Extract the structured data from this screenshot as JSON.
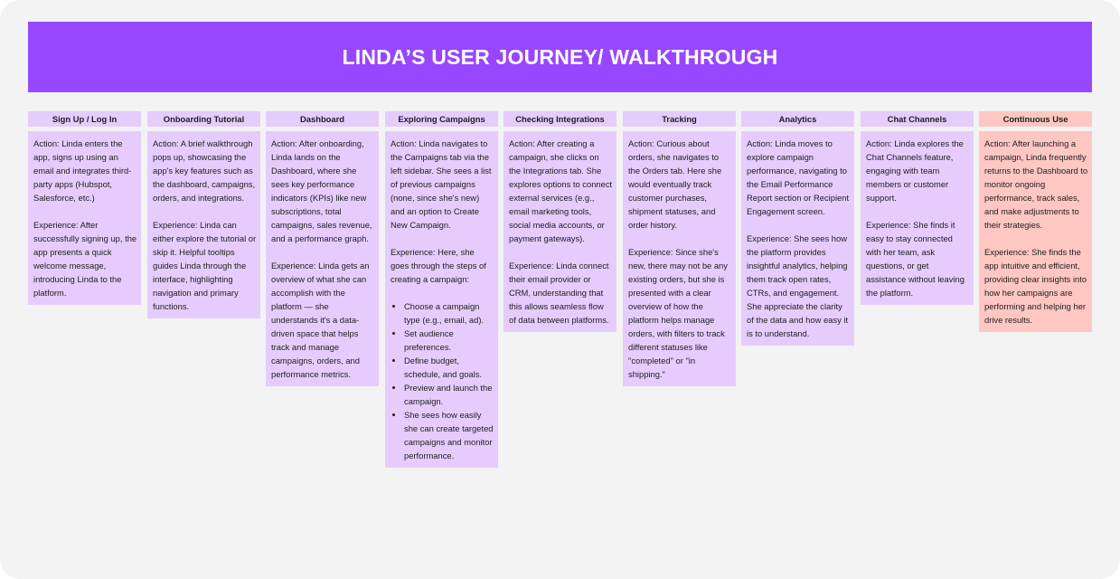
{
  "title": "LINDA’S USER JOURNEY/ WALKTHROUGH",
  "colors": {
    "banner": "#9747ff",
    "card": "#e5ccfd",
    "highlight_card": "#ffc7c2",
    "background": "#f3f3f3"
  },
  "stages": [
    {
      "title": "Sign Up / Log In",
      "action": "Action: Linda enters the app, signs up using an email and integrates third-party apps (Hubspot, Salesforce, etc.)",
      "experience": "Experience: After successfully signing up, the app presents a quick welcome message, introducing Linda to the platform."
    },
    {
      "title": "Onboarding Tutorial",
      "action": "Action: A brief walkthrough pops up, showcasing the app's key features such as the dashboard, campaigns, orders, and integrations.",
      "experience": "Experience: Linda can either explore the tutorial or skip it. Helpful tooltips guides Linda through the interface, highlighting navigation and primary functions."
    },
    {
      "title": "Dashboard",
      "action": "Action: After onboarding, Linda lands on the Dashboard, where she sees key performance indicators (KPIs) like new subscriptions, total campaigns, sales revenue, and a performance graph.",
      "experience": "Experience: Linda gets an overview of what she can accomplish with the platform — she understands it's a data-driven space that helps track and manage campaigns, orders, and performance metrics."
    },
    {
      "title": "Exploring Campaigns",
      "action": "Action: Linda navigates to the Campaigns tab via the left sidebar. She sees a list of previous campaigns (none, since she's new) and an option to Create New Campaign.",
      "experience": "Experience: Here, she goes through the steps of creating a campaign:",
      "steps": [
        "Choose a campaign type (e.g., email, ad).",
        "Set audience preferences.",
        "Define budget, schedule, and goals.",
        "Preview and launch the campaign.",
        "She sees how easily she can create targeted campaigns and monitor performance."
      ]
    },
    {
      "title": "Checking Integrations",
      "action": "Action: After creating a campaign, she clicks on the Integrations tab. She explores options to connect external services (e.g., email marketing tools, social media accounts, or payment gateways).",
      "experience": "Experience: Linda connect their email provider or CRM, understanding that this allows seamless flow of data between platforms."
    },
    {
      "title": "Tracking",
      "action": "Action: Curious about orders, she navigates to the Orders tab. Here she would eventually track customer purchases, shipment statuses, and order history.",
      "experience": "Experience: Since she's new, there may not be any existing orders, but she is presented with a clear overview of how the platform helps manage orders, with filters to track different statuses like \"completed\" or \"in shipping.\""
    },
    {
      "title": "Analytics",
      "action": "Action: Linda moves to explore campaign performance, navigating to the Email Performance Report section or Recipient Engagement screen.",
      "experience": "Experience: She sees how the platform provides insightful analytics, helping them track open rates, CTRs, and engagement. She appreciate the clarity of the data and how easy it is to understand."
    },
    {
      "title": "Chat Channels",
      "action": "Action: Linda explores the Chat Channels feature, engaging with team members or customer support.",
      "experience": "Experience: She finds it easy to stay connected with her team, ask questions, or get assistance without leaving the platform."
    },
    {
      "title": "Continuous Use",
      "action": "Action: After launching a campaign, Linda frequently returns to the Dashboard to monitor ongoing performance, track sales, and make adjustments to their strategies.",
      "experience": "Experience: She finds the app intuitive and efficient, providing clear insights into how her campaigns are performing and helping her drive results."
    }
  ]
}
